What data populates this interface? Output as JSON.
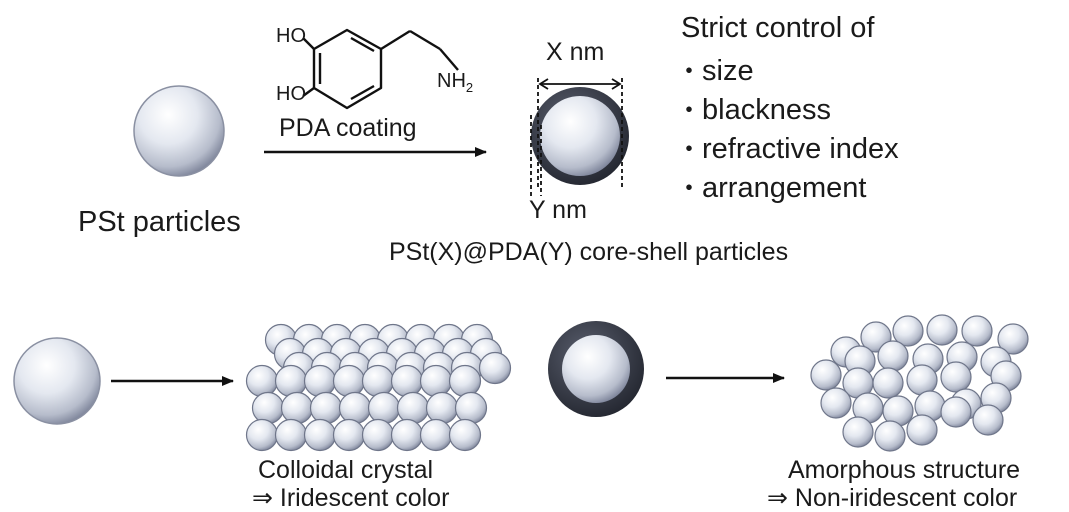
{
  "reagent": {
    "ho_top": "HO",
    "ho_bottom": "HO",
    "amine": "NH",
    "amine_subscript": "2",
    "step_label": "PDA coating"
  },
  "top": {
    "pst_label": "PSt particles",
    "core_shell_label": "PSt(X)@PDA(Y) core-shell particles",
    "x_dim": "X nm",
    "y_dim": "Y nm"
  },
  "control": {
    "heading": "Strict control of",
    "bullet": "・",
    "items": [
      "size",
      "blackness",
      "refractive index",
      "arrangement"
    ]
  },
  "bottom": {
    "crystal_line1": "Colloidal crystal",
    "crystal_line2": "⇒ Iridescent color",
    "amorphous_line1": "Amorphous structure",
    "amorphous_line2": "⇒ Non-iridescent color"
  },
  "colors": {
    "sphere_light": "#ffffff",
    "sphere_mid": "#d3d8e4",
    "sphere_dark": "#7b8298",
    "shell": "#2b2f3a",
    "line": "#111111"
  }
}
